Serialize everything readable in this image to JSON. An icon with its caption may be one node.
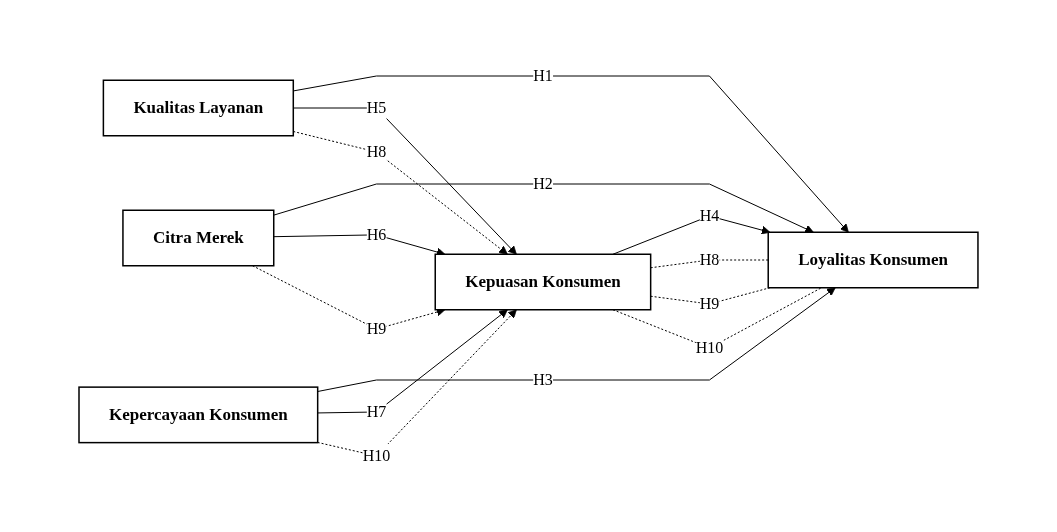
{
  "diagram": {
    "nodes": [
      {
        "text": [
          "Kualitas Layanan"
        ]
      },
      {
        "text": [
          "Citra Merek"
        ]
      },
      {
        "text": [
          "Kepuasan Konsumen"
        ]
      },
      {
        "text": [
          "Loyalitas Konsumen"
        ]
      },
      {
        "text": [
          "Kepercayaan Konsumen"
        ]
      }
    ],
    "edges": [
      {
        "from": 0,
        "to": 3,
        "arrow": "to",
        "label": "H1"
      },
      {
        "from": 1,
        "to": 3,
        "arrow": "to",
        "label": "H2"
      },
      {
        "from": 4,
        "to": 3,
        "arrow": "to",
        "label": "H3"
      },
      {
        "from": 2,
        "to": 3,
        "arrow": "to",
        "label": "H4"
      },
      {
        "from": 0,
        "to": 2,
        "arrow": "to",
        "label": "H5"
      },
      {
        "from": 1,
        "to": 2,
        "arrow": "to",
        "label": "H6"
      },
      {
        "from": 4,
        "to": 2,
        "arrow": "to",
        "label": "H7"
      },
      {
        "from": 0,
        "to": 2,
        "arrow": "to",
        "label": "H8",
        "style": "dashed"
      },
      {
        "from": 2,
        "to": 3,
        "arrow": "none",
        "label": "H8",
        "style": "dashed"
      },
      {
        "from": 1,
        "to": 2,
        "arrow": "to",
        "label": "H9",
        "style": "dashed"
      },
      {
        "from": 2,
        "to": 3,
        "arrow": "none",
        "label": "H9",
        "style": "dashed"
      },
      {
        "from": 4,
        "to": 2,
        "arrow": "to",
        "label": "H10",
        "style": "dashed"
      },
      {
        "from": 2,
        "to": 3,
        "arrow": "none",
        "label": "H10",
        "style": "dashed"
      }
    ]
  }
}
